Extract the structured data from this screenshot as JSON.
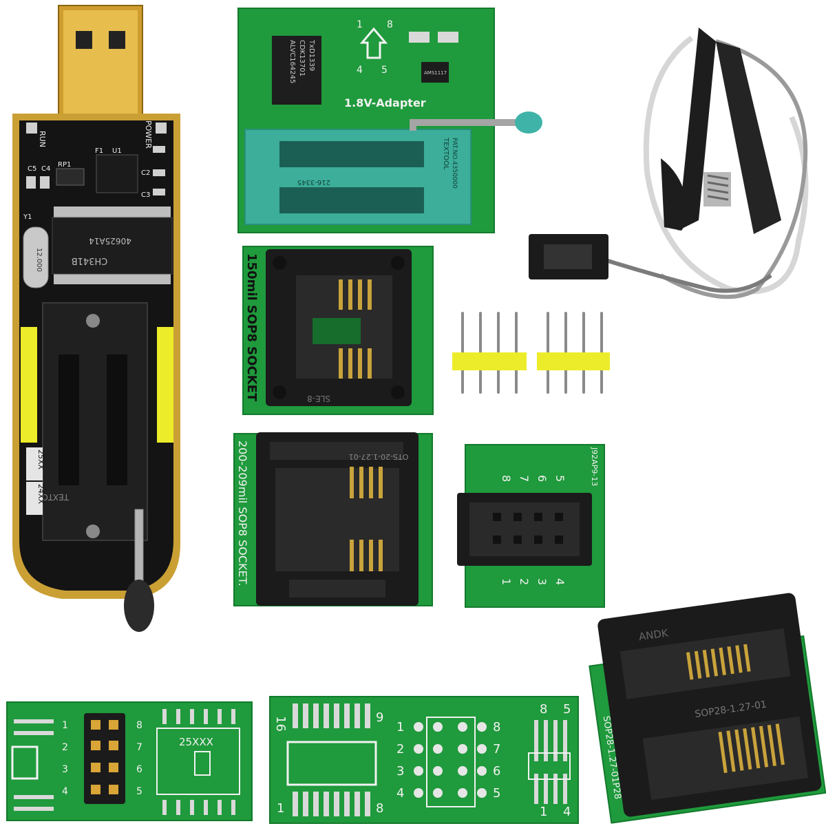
{
  "programmer": {
    "chip_main": "CH341B",
    "chip_code": "40625A14",
    "crystal": "12.000",
    "labels": [
      "RUN",
      "POWER",
      "RP1",
      "C5",
      "C4",
      "C2",
      "C3",
      "F1",
      "U1",
      "Y1"
    ],
    "series_25": "25XX",
    "series_24": "24XX",
    "socket_text": "TEXTOOL"
  },
  "adapter_1v8": {
    "title": "1.8V-Adapter",
    "ic_text": [
      "ALVC164245",
      "CDK13701",
      "TxD1339"
    ],
    "regulator": "AMS1117",
    "pin_numbers": [
      "1",
      "8",
      "4",
      "5"
    ],
    "zif_text": [
      "TEXTOOL",
      "PAT.NO.4350000",
      "216-3345"
    ]
  },
  "sop8_150": {
    "label": "150mil SOP8 SOCKET",
    "socket_code": "SLE-8"
  },
  "sop8_200": {
    "label": "200-209mil SOP8 SOCKET.",
    "socket_code": "OTS-20-1.27-01"
  },
  "pin_headers": {
    "count": 2,
    "pins_each": 4
  },
  "adapter_small": {
    "code": "J92AP9-13",
    "pins_top": [
      "8",
      "7",
      "6",
      "5"
    ],
    "pins_bottom": [
      "1",
      "2",
      "3",
      "4"
    ]
  },
  "adapter_25xxx": {
    "label": "25XXX",
    "left_pins": [
      "1",
      "2",
      "3",
      "4"
    ],
    "right_pins": [
      "8",
      "7",
      "6",
      "5"
    ]
  },
  "adapter_dip16": {
    "corner_labels": [
      "16",
      "9",
      "8",
      "5",
      "1",
      "8",
      "1",
      "4"
    ],
    "left_pins": [
      "1",
      "2",
      "3",
      "4"
    ],
    "right_pins": [
      "8",
      "7",
      "6",
      "5"
    ]
  },
  "sop28": {
    "label": "SOP28-1.27-01",
    "label_side": "SOP28-1.27-01P28",
    "brand": "ANDK"
  },
  "clip": {
    "description_icon": "soic-test-clip"
  },
  "colors": {
    "pcb_green": "#1f9a3c",
    "zif_teal": "#3cae9a",
    "gold": "#d8a536",
    "header_yellow": "#ecec2a"
  }
}
